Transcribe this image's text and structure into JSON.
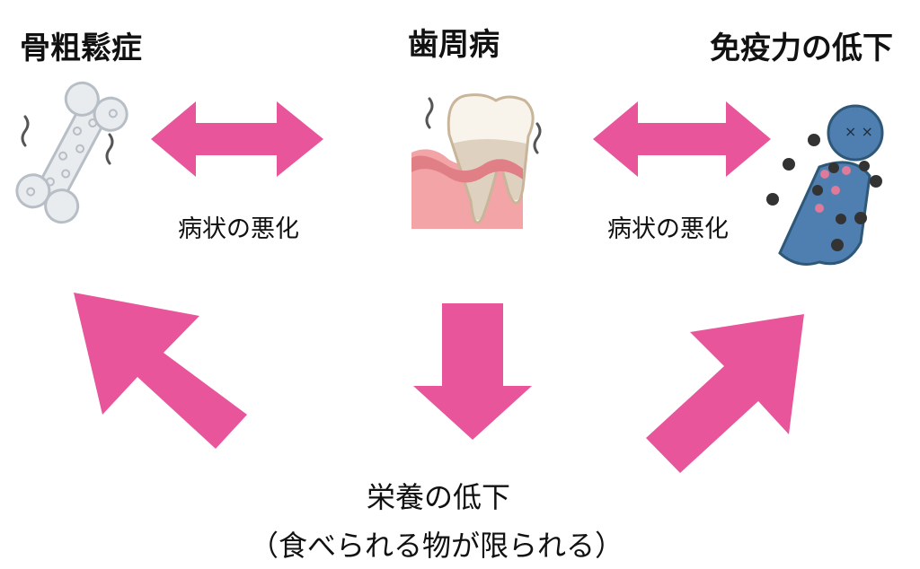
{
  "diagram": {
    "nodes": {
      "osteoporosis": {
        "label": "骨粗鬆症",
        "icon": "bone-icon"
      },
      "periodontal": {
        "label": "歯周病",
        "icon": "tooth-icon"
      },
      "immunity": {
        "label": "免疫力の低下",
        "icon": "sick-person-icon"
      }
    },
    "edges": {
      "left_label": "病状の悪化",
      "right_label": "病状の悪化"
    },
    "bottom": {
      "line1": "栄養の低下",
      "line2": "（食べられる物が限られる）"
    },
    "colors": {
      "arrow": "#e8559b",
      "bone": "#e9ecef",
      "bone_outline": "#b7bec6",
      "gum": "#f2a4a6",
      "gum_dark": "#e17f86",
      "tooth": "#f8f4ec",
      "tooth_stain": "#c9b59a",
      "person": "#4f7fb0",
      "germ": "#333333",
      "wavy": "#555555"
    }
  }
}
